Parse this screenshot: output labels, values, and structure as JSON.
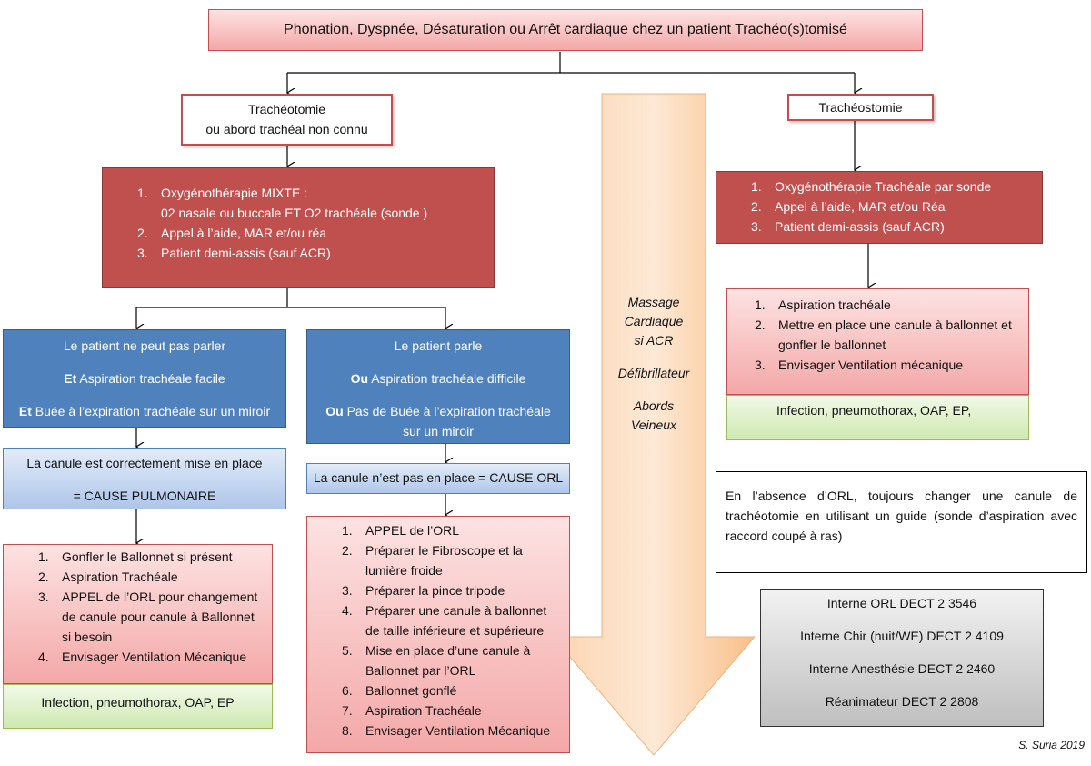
{
  "title": "Phonation,  Dyspnée, Désaturation ou Arrêt cardiaque chez un patient Trachéo(s)tomisé",
  "tracheotomie_box": {
    "line1": "Trachéotomie",
    "line2": "ou abord trachéal non connu"
  },
  "tracheostomie_box": {
    "label": "Trachéostomie"
  },
  "left_actions": [
    {
      "num": "1.",
      "text": "Oxygénothérapie MIXTE :"
    },
    {
      "num": "",
      "text": "02 nasale ou buccale ET O2 trachéale (sonde )"
    },
    {
      "num": "2.",
      "text": "Appel à l’aide, MAR et/ou réa"
    },
    {
      "num": "3.",
      "text": "Patient demi-assis (sauf ACR)"
    }
  ],
  "right_actions": [
    {
      "num": "1.",
      "text": "Oxygénothérapie Trachéale par sonde"
    },
    {
      "num": "2.",
      "text": "Appel à l’aide, MAR et/ou Réa"
    },
    {
      "num": "3.",
      "text": "Patient demi-assis (sauf ACR)"
    }
  ],
  "cannot_speak": {
    "line1": "Le patient ne peut pas parler",
    "line2_bold": "Et",
    "line2_rest": " Aspiration trachéale facile",
    "line3_bold": "Et",
    "line3_rest": " Buée à  l’expiration trachéale sur un miroir"
  },
  "can_speak": {
    "line1": "Le patient parle",
    "line2_bold": "Ou",
    "line2_rest": " Aspiration trachéale difficile",
    "line3_bold": "Ou",
    "line3_rest": " Pas de Buée à  l’expiration trachéale sur un miroir"
  },
  "pulmonary_cause": {
    "line1": "La canule est correctement mise en place",
    "line2": "= CAUSE  PULMONAIRE"
  },
  "orl_cause": {
    "label": "La canule n’est pas en place = CAUSE ORL"
  },
  "pulmonary_steps": [
    {
      "num": "1.",
      "text": "Gonfler le Ballonnet si présent"
    },
    {
      "num": "2.",
      "text": "Aspiration Trachéale"
    },
    {
      "num": "3.",
      "text": "APPEL de l’ORL pour changement de canule pour canule à Ballonnet si besoin"
    },
    {
      "num": "4.",
      "text": "Envisager Ventilation Mécanique"
    }
  ],
  "pulmonary_complications": "Infection, pneumothorax, OAP, EP",
  "orl_steps": [
    {
      "num": "1.",
      "text": "APPEL de l’ORL"
    },
    {
      "num": "2.",
      "text": "Préparer le Fibroscope et la lumière froide"
    },
    {
      "num": "3.",
      "text": "Préparer la pince tripode"
    },
    {
      "num": "4.",
      "text": "Préparer une canule à ballonnet de taille inférieure et supérieure"
    },
    {
      "num": "5.",
      "text": "Mise en place d’une canule à Ballonnet par l’ORL"
    },
    {
      "num": "6.",
      "text": "Ballonnet gonflé"
    },
    {
      "num": "7.",
      "text": "Aspiration Trachéale"
    },
    {
      "num": "8.",
      "text": "Envisager Ventilation Mécanique"
    }
  ],
  "arrow_text": {
    "line1": "Massage",
    "line2": "Cardiaque",
    "line3": "si ACR",
    "line4": "Défibrillateur",
    "line5": "Abords",
    "line6": "Veineux"
  },
  "tracheostomie_steps": [
    {
      "num": "1.",
      "text": "Aspiration trachéale"
    },
    {
      "num": "2.",
      "text": "Mettre en place une canule à ballonnet et gonfler le ballonnet"
    },
    {
      "num": "3.",
      "text": "Envisager Ventilation mécanique"
    }
  ],
  "tracheostomie_complications": "Infection, pneumothorax, OAP, EP,",
  "note": "En l’absence d’ORL, toujours changer une canule de trachéotomie en utilisant un guide (sonde d’aspiration avec raccord coupé à ras)",
  "contacts": [
    "Interne ORL DECT 2 3546",
    "Interne Chir (nuit/WE) DECT 2 4109",
    "Interne Anesthésie DECT 2 2460",
    "Réanimateur DECT 2 2808"
  ],
  "credit": "S. Suria 2019",
  "colors": {
    "dark_red": "#c0504d",
    "blue": "#4f81bd",
    "green": "#9bbb59",
    "arrow_orange": "#f9c089"
  }
}
